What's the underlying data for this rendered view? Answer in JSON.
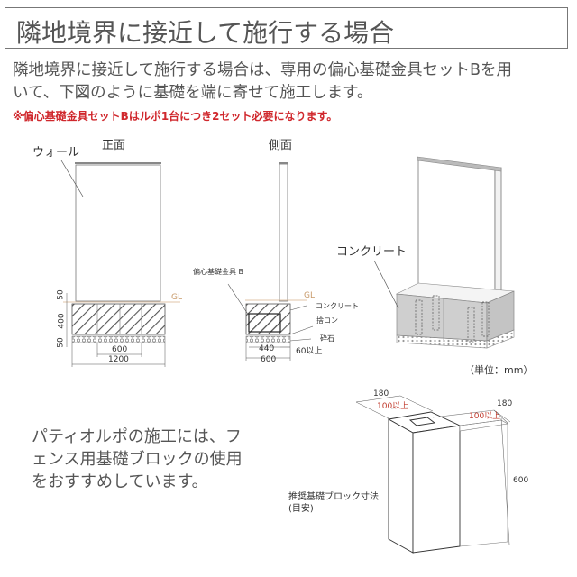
{
  "header": {
    "title": "隣地境界に接近して施行する場合"
  },
  "intro": {
    "line1": "隣地境界に接近して施行する場合は、専用の偏心基礎金具セットBを用",
    "line2": "いて、下図のように基礎を端に寄せて施工します。",
    "note": "※偏心基礎金具セットBはルポ1台につき2セット必要になります。"
  },
  "front_view": {
    "title": "正面",
    "wall_label": "ウォール",
    "gl_label": "GL",
    "dim_top": "50",
    "dim_middle": "400",
    "dim_bottom": "50",
    "dim_inner_width": "600",
    "dim_total_width": "1200"
  },
  "side_view": {
    "title": "側面",
    "bracket_label": "偏心基礎金具 B",
    "gl_label": "GL",
    "concrete_label": "コンクリート",
    "leveling_label": "捨コン",
    "gravel_label": "砕石",
    "dim_inner_width": "440",
    "dim_clearance": "60以上",
    "dim_total_width": "600"
  },
  "perspective_view": {
    "concrete_label": "コンクリート",
    "unit_label": "（単位：mm）"
  },
  "recommendation": {
    "line1": "パティオルポの施工には、フ",
    "line2": "ェンス用基礎ブロックの使用",
    "line3": "をおすすめしています。"
  },
  "block_view": {
    "caption_line1": "推奨基礎ブロック寸法",
    "caption_line2": "(目安)",
    "dim_left_width": "180",
    "dim_left_hole": "100以上",
    "dim_right_width": "180",
    "dim_right_hole": "100以上",
    "dim_height": "600"
  },
  "colors": {
    "title_text": "#555555",
    "note_red": "#d0282d",
    "gl_line": "#d9b38c",
    "dim_red": "#c0392b",
    "concrete_fill": "#cfcfcf"
  }
}
